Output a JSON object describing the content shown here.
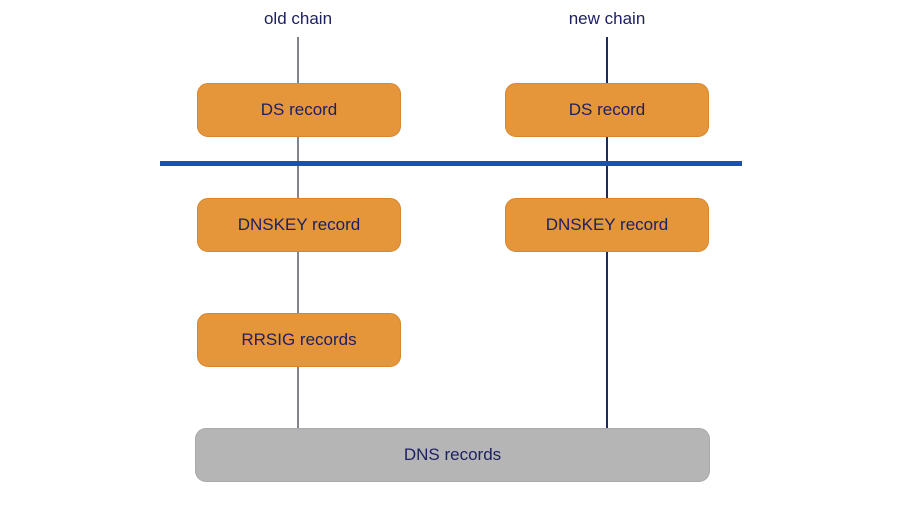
{
  "diagram": {
    "title_implicit": "DNSSEC chain of trust (old chain vs new chain)",
    "columns": {
      "old": {
        "label": "old chain"
      },
      "new": {
        "label": "new chain"
      }
    },
    "boxes": {
      "ds_old": {
        "label": "DS record"
      },
      "ds_new": {
        "label": "DS record"
      },
      "dnskey_old": {
        "label": "DNSKEY record"
      },
      "dnskey_new": {
        "label": "DNSKEY record"
      },
      "rrsig_old": {
        "label": "RRSIG records"
      },
      "dns": {
        "label": "DNS records"
      }
    },
    "colors": {
      "record_box_fill": "#e5953a",
      "record_box_border": "#d8862e",
      "dns_box_fill": "#b5b5b5",
      "text": "#1d2163",
      "divider_line": "#1254b2",
      "old_chain_line": "#83838b",
      "new_chain_line": "#1f2a60",
      "background": "#ffffff"
    }
  }
}
